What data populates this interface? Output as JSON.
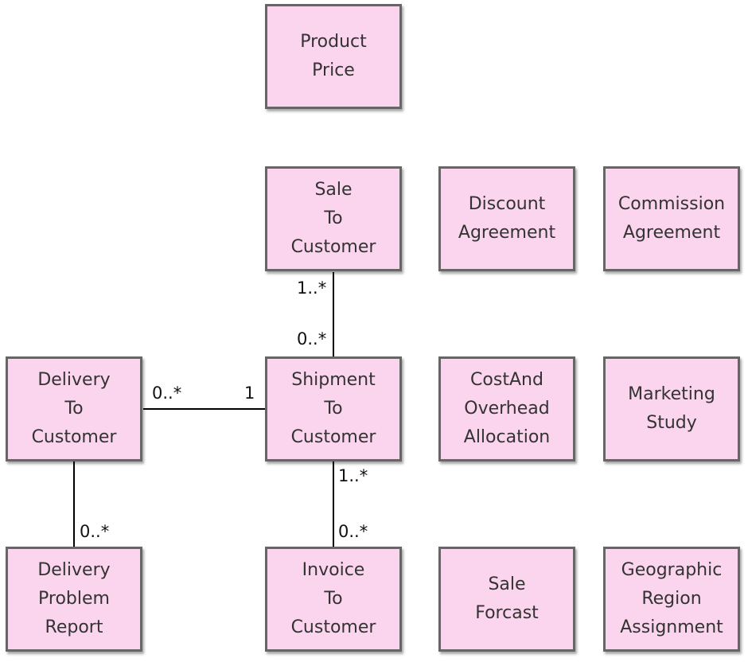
{
  "colors": {
    "box_fill": "#fbd5ee",
    "box_border": "#666666",
    "line": "#000000"
  },
  "boxes": {
    "product_price": [
      "Product",
      "Price"
    ],
    "sale_to_customer": [
      "Sale",
      "To",
      "Customer"
    ],
    "discount_agreement": [
      "Discount",
      "Agreement"
    ],
    "commission_agreement": [
      "Commission",
      "Agreement"
    ],
    "delivery_to_customer": [
      "Delivery",
      "To",
      "Customer"
    ],
    "shipment_to_customer": [
      "Shipment",
      "To",
      "Customer"
    ],
    "cost_and_overhead_allocation": [
      "CostAnd",
      "Overhead",
      "Allocation"
    ],
    "marketing_study": [
      "Marketing",
      "Study"
    ],
    "delivery_problem_report": [
      "Delivery",
      "Problem",
      "Report"
    ],
    "invoice_to_customer": [
      "Invoice",
      "To",
      "Customer"
    ],
    "sale_forcast": [
      "Sale",
      "Forcast"
    ],
    "geographic_region_assignment": [
      "Geographic",
      "Region",
      "Assignment"
    ]
  },
  "multiplicities": {
    "sale_end": "1..*",
    "shipment_from_sale": "0..*",
    "delivery_from_shipment": "0..*",
    "shipment_from_delivery": "1",
    "shipment_from_invoice": "1..*",
    "invoice_end": "0..*",
    "problem_report_end": "0..*"
  }
}
